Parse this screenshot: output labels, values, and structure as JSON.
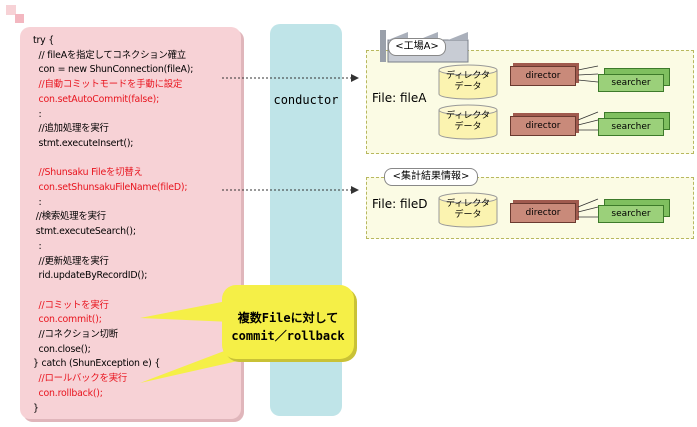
{
  "code": {
    "lines": [
      {
        "text": "try {",
        "color": "#000000"
      },
      {
        "text": "  // fileAを指定してコネクション確立",
        "color": "#000000"
      },
      {
        "text": "  con = new ShunConnection(fileA);",
        "color": "#000000"
      },
      {
        "text": "  //自動コミットモードを手動に設定",
        "color": "#e8141e"
      },
      {
        "text": "  con.setAutoCommit(false);",
        "color": "#e8141e"
      },
      {
        "text": "  :",
        "color": "#000000"
      },
      {
        "text": "  //追加処理を実行",
        "color": "#000000"
      },
      {
        "text": "  stmt.executeInsert();",
        "color": "#000000"
      },
      {
        "text": "",
        "color": "#000000"
      },
      {
        "text": "  //Shunsaku Fileを切替え",
        "color": "#e8141e"
      },
      {
        "text": "  con.setShunsakuFileName(fileD);",
        "color": "#e8141e"
      },
      {
        "text": "  :",
        "color": "#000000"
      },
      {
        "text": " //検索処理を実行",
        "color": "#000000"
      },
      {
        "text": " stmt.executeSearch();",
        "color": "#000000"
      },
      {
        "text": "  :",
        "color": "#000000"
      },
      {
        "text": "  //更新処理を実行",
        "color": "#000000"
      },
      {
        "text": "  rid.updateByRecordID();",
        "color": "#000000"
      },
      {
        "text": "",
        "color": "#000000"
      },
      {
        "text": "  //コミットを実行",
        "color": "#e8141e"
      },
      {
        "text": "  con.commit();",
        "color": "#e8141e"
      },
      {
        "text": "  //コネクション切断",
        "color": "#000000"
      },
      {
        "text": "  con.close();",
        "color": "#000000"
      },
      {
        "text": "} catch (ShunException e) {",
        "color": "#000000"
      },
      {
        "text": "  //ロールバックを実行",
        "color": "#e8141e"
      },
      {
        "text": "  con.rollback();",
        "color": "#e8141e"
      },
      {
        "text": "}",
        "color": "#000000"
      }
    ]
  },
  "conductor": {
    "label": "conductor"
  },
  "factory": {
    "tag": "<工場A>",
    "file_label": "File: fileA",
    "units": [
      {
        "directory": "ディレクタ\nデータ",
        "director": "director",
        "searcher": "searcher"
      },
      {
        "directory": "ディレクタ\nデータ",
        "director": "director",
        "searcher": "searcher"
      }
    ]
  },
  "aggregate": {
    "tag": "<集計結果情報>",
    "file_label": "File: fileD",
    "units": [
      {
        "directory": "ディレクタ\nデータ",
        "director": "director",
        "searcher": "searcher"
      }
    ]
  },
  "callout": {
    "line1": "複数Fileに対して",
    "line2": "commit／rollback"
  },
  "colors": {
    "code_bg": "#f7d2d6",
    "conductor_bg": "#bfe4e8",
    "callout_bg": "#f5ef47",
    "highlight_text": "#e8141e",
    "director": "#c98a7a",
    "searcher": "#9bd07a"
  }
}
